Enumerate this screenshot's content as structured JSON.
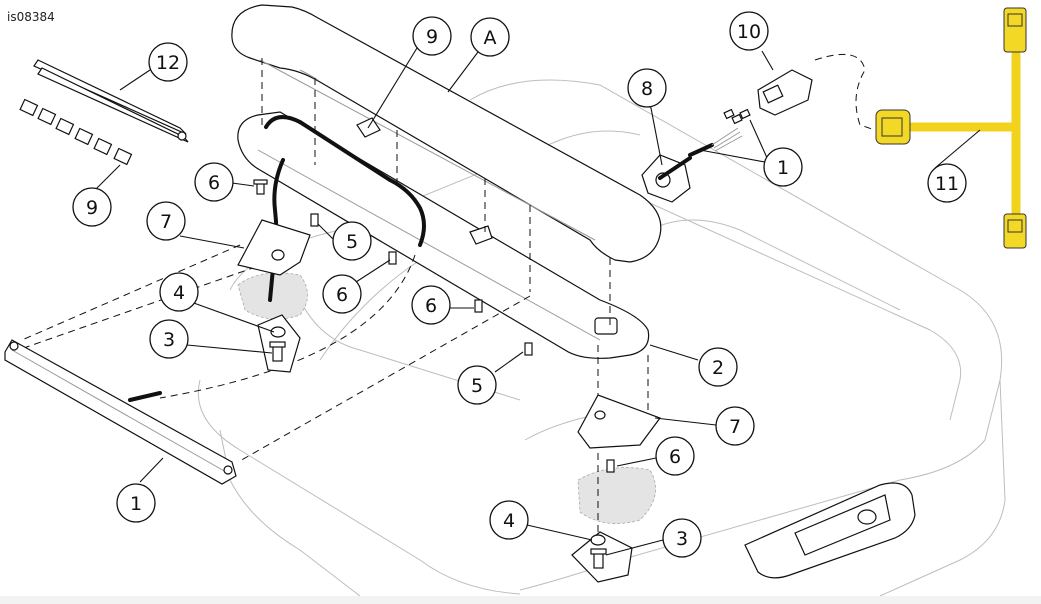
{
  "figure": {
    "id": "is08384",
    "callouts": [
      "12",
      "9",
      "A",
      "10",
      "8",
      "1",
      "11",
      "6",
      "7",
      "5",
      "4",
      "3",
      "2",
      "1",
      "6",
      "5",
      "6",
      "7",
      "6",
      "4",
      "3",
      "9"
    ]
  },
  "colors": {
    "harness_highlight": "#f1d21c",
    "connector": "#f3d826",
    "line": "#111111",
    "body_outline": "#bdbdbd",
    "mount_shade": "#e4e4e4"
  }
}
